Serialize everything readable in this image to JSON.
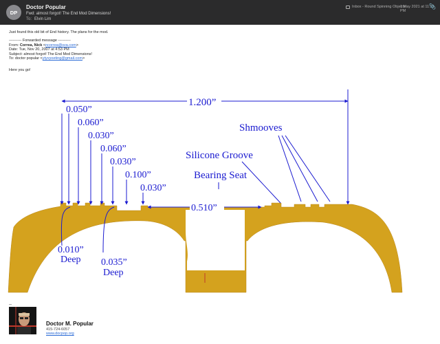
{
  "email": {
    "avatar_initials": "DP",
    "sender": "Doctor Popular",
    "subject": "Fwd: almost forgot! The End Mod Dimensions!",
    "to_label": "To:",
    "to_name": "Elvin Lim",
    "mailbox": "Inbox - Round Spinning Objects",
    "date": "1 May 2021 at 11:25 PM",
    "attachment_icon": "paperclip-icon"
  },
  "body": {
    "intro": "Just found this old bit of End history. The plans for the mod.",
    "forward_header": "---------- Forwarded message ----------",
    "from_label": "From: ",
    "from_name": "Correa, Nick",
    "from_email": "ncorrea@sva.com",
    "date_line": "Date: Tue, Nov 20, 2007 at 4:53 PM",
    "subject_line": "Subject: almost forgot! The End Mod Dimensions!",
    "to_prefix": "To: doctor popular <",
    "to_email": "ytyvyoeting@gmail.com",
    "to_suffix": ">",
    "closing": "Here you go!"
  },
  "diagram": {
    "overall_width": "1.200”",
    "dim_1": "0.050”",
    "dim_2": "0.060”",
    "dim_3": "0.030”",
    "dim_4": "0.060”",
    "dim_5": "0.030”",
    "dim_6": "0.100”",
    "dim_7": "0.030”",
    "bearing_width": "0.510”",
    "shmooves": "Shmooves",
    "silicone_groove": "Silicone Groove",
    "bearing_seat": "Bearing Seat",
    "depth_1": "0.010”",
    "depth_1_label": "Deep",
    "depth_2": "0.035”",
    "depth_2_label": "Deep",
    "annotation_color": "#1a1ad0",
    "part_color": "#d4a21e"
  },
  "signature": {
    "dash": "--",
    "name": "Doctor M. Popular",
    "phone": "415-724-6057",
    "website": "www.docpop.org"
  }
}
